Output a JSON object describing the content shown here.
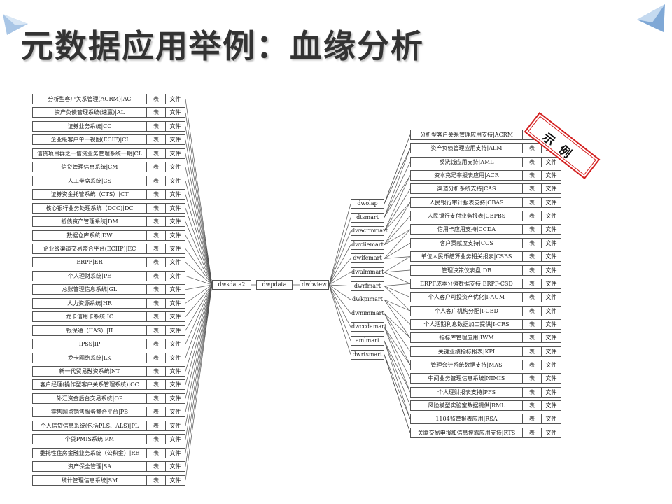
{
  "title": "元数据应用举例：血缘分析",
  "stamp": "示例",
  "column_labels": {
    "table": "表",
    "file": "文件"
  },
  "center_nodes": [
    "dwsdata2",
    "dwpdata",
    "dwbview"
  ],
  "mid_nodes": [
    "dwolap",
    "dtsmart",
    "dwacrmmart",
    "dwciiemart",
    "dwifcmart",
    "dwalmmart",
    "dwrfmart",
    "dwkpimart",
    "dwnimmart",
    "dwccdamart",
    "amlmart",
    "dwrtsmart"
  ],
  "left_items": [
    "分析型客户关系管理(ACRM)|AC",
    "资产负债管理系统(速赢)|AL",
    "证券业务系统|CC",
    "企业级客户单一视图(ECIF)|CI",
    "信贷项目群之一信贷业务管理系统一期|CL",
    "信贷管理信息系统|CM",
    "人工坐席系统|CS",
    "证券资金托管系统（CTS）|CT",
    "核心银行业务处理系统（DCC)|DC",
    "抵债资产管理系统|DM",
    "数据仓库系统|DW",
    "企业级渠道交易整合平台(ECIIP)|EC",
    "ERPF|ER",
    "个人理财系统|PE",
    "总账管理信息系统|GL",
    "人力资源系统|HR",
    "龙卡信用卡系统|IC",
    "银保通（IIAS）|II",
    "IPSS|IP",
    "龙卡网络系统|LK",
    "新一代贸易融资系统|NT",
    "客户经理(操作型客户关系管理系统)|OC",
    "外汇资金后台交易系统|OP",
    "零售网点销售服务整合平台|PB",
    "个人信贷信息系统(包括PLS、ALS)|PL",
    "个贷PMIS系统|PM",
    "委托性住房金融业务系统（公积金）|RE",
    "资产保全管理|SA",
    "统计管理信息系统|SM"
  ],
  "right_items": [
    "分析型客户关系管理应用支持|ACRM",
    "资产负债管理应用支持|ALM",
    "反洗钱应用支持|AML",
    "资本充足率报表应用|ACR",
    "渠道分析系统支持|CAS",
    "人民银行审计报表支持|CBAS",
    "人民银行支付业务报表|CBPBS",
    "信用卡应用支持|CCDA",
    "客户贡献度支持|CCS",
    "单位人民币结算业务相关报表|CSBS",
    "管理决策仪表盘|DB",
    "ERPF成本分摊数据支持|ERPF-CSD",
    "个人客户可投资产优化|I-AUM",
    "个人客户机构分配|I-CBD",
    "个人活期利息数据加工提供|I-CRS",
    "指标库管理应用|IWM",
    "关键业绩指标报表|KPI",
    "管理会计系统数据支持|MAS",
    "中间业务管理信息系统|NIMIS",
    "个人理财报表支持|PFS",
    "风险模型实验室数据提供|RML",
    "1104监管报表应用|RSA",
    "关联交易申报和信息披露应用支持|RTS"
  ],
  "colors": {
    "title": "#333333",
    "line": "#555555",
    "stamp_border": "#d42020",
    "corner": "#8fb3d9"
  }
}
